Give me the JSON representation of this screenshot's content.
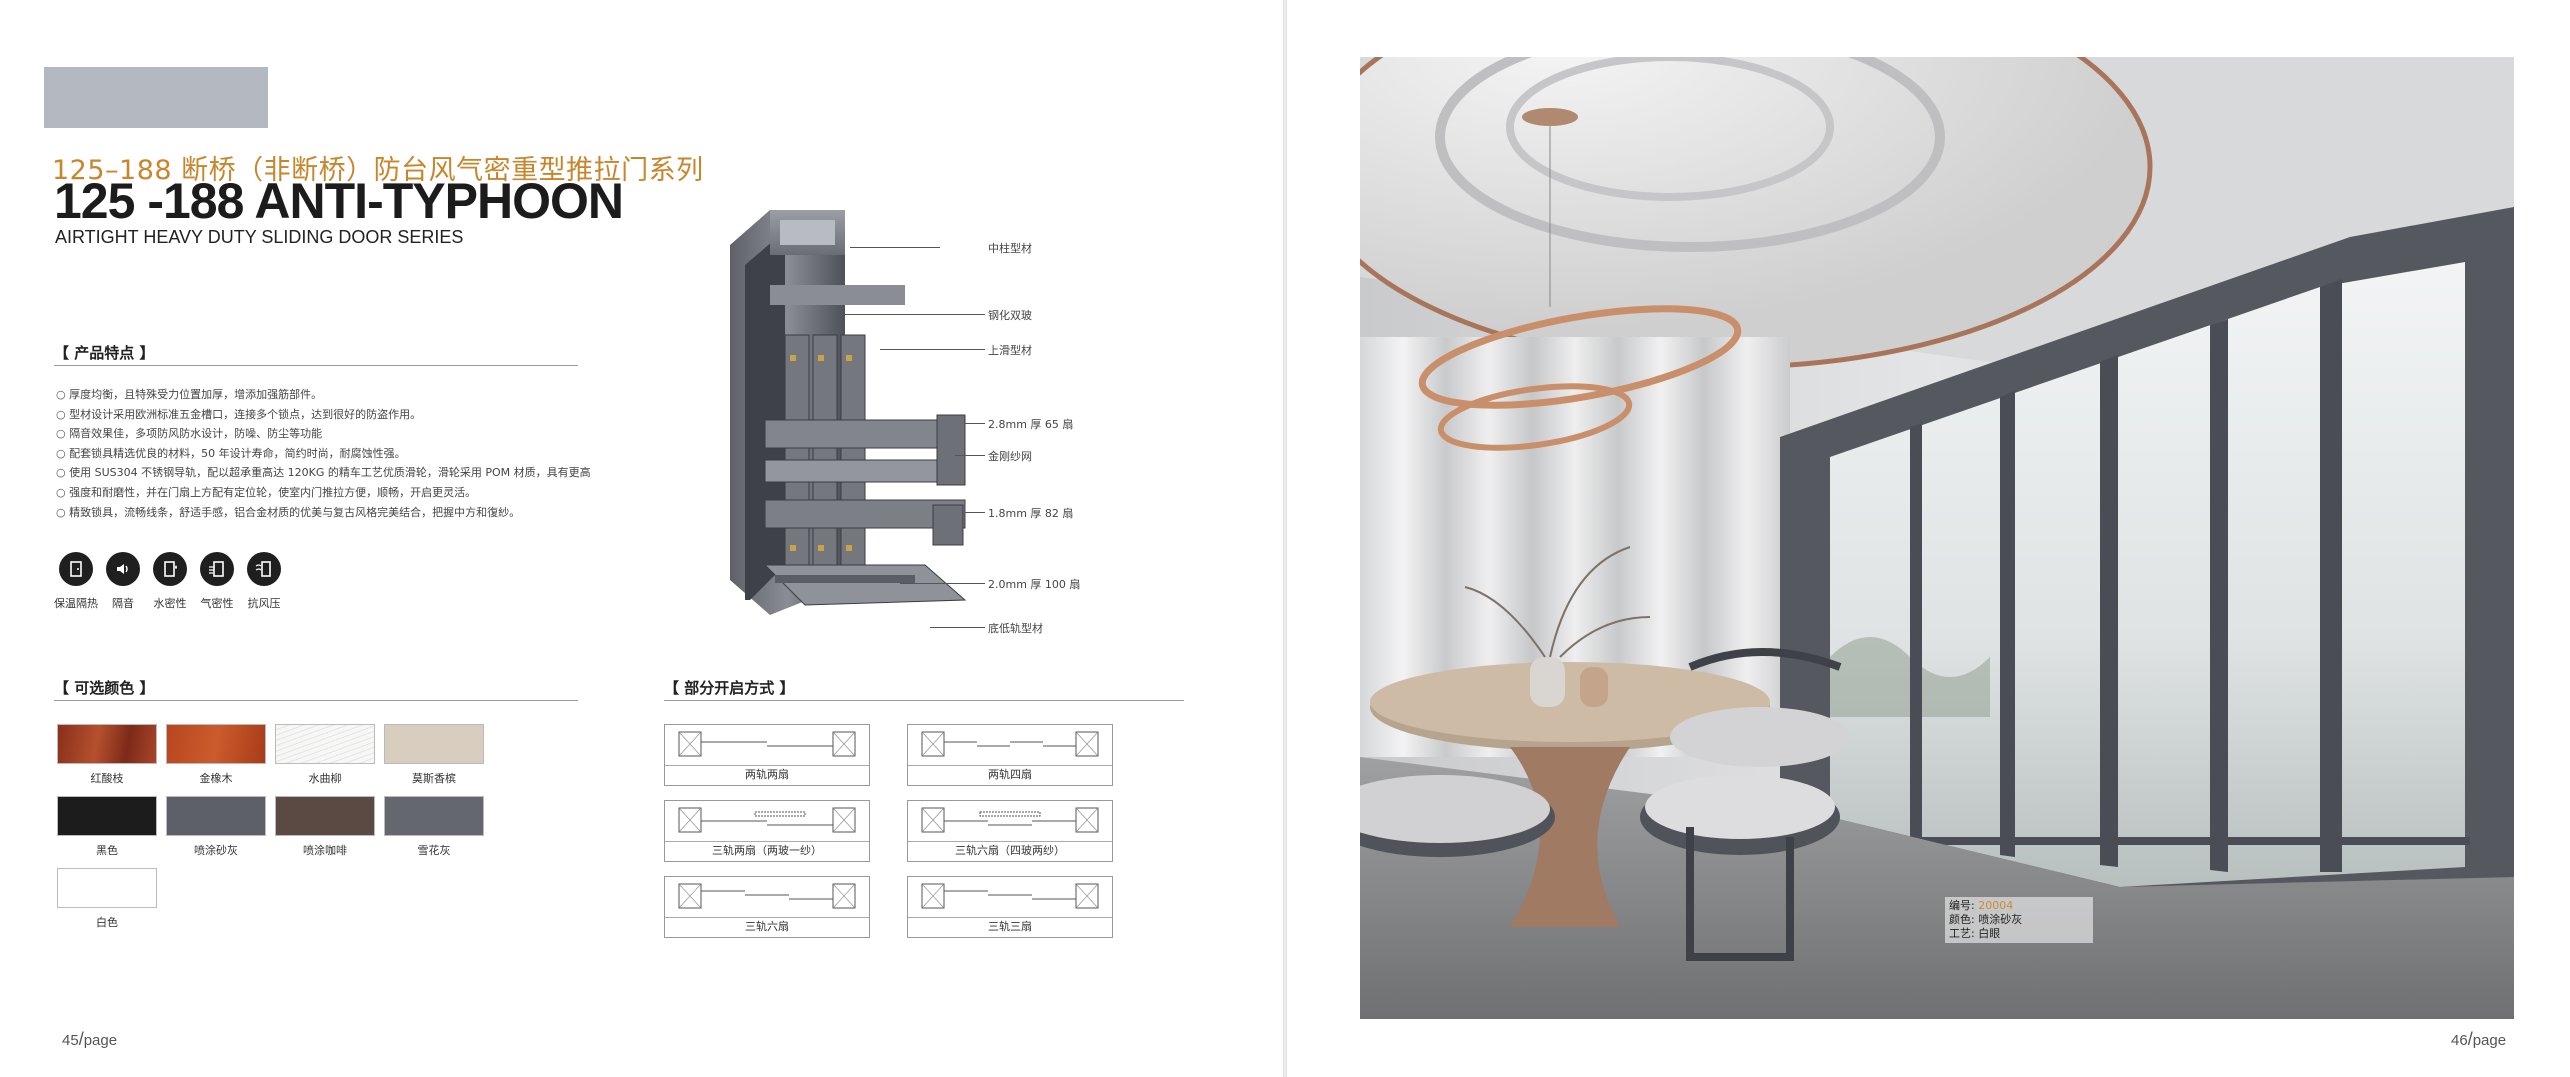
{
  "left_page": {
    "title_cn": "125–188 断桥（非断桥）防台风气密重型推拉门系列",
    "title_en": "125 -188 ANTI-TYPHOON",
    "subtitle_en": "AIRTIGHT HEAVY DUTY SLIDING DOOR SERIES",
    "features_heading": "【 产品特点 】",
    "features": [
      "厚度均衡，且特殊受力位置加厚，增添加强筋部件。",
      "型材设计采用欧洲标准五金槽口，连接多个锁点，达到很好的防盗作用。",
      "隔音效果佳，多项防风防水设计，防噪、防尘等功能",
      "配套锁具精选优良的材料，50 年设计寿命，简约时尚，耐腐蚀性强。",
      "使用 SUS304 不锈钢导轨，配以超承重高达 120KG 的精车工艺优质滑轮，滑轮采用 POM 材质，具有更高",
      "强度和耐磨性，并在门扇上方配有定位轮，使室内门推拉方便，顺畅，开启更灵活。",
      "精致锁具，流畅线条，舒适手感，铝合金材质的优美与复古风格完美结合，把握中方和復紗。"
    ],
    "icons": [
      {
        "icon": "door-insulation-icon",
        "label": "保温隔热"
      },
      {
        "icon": "sound-insulation-icon",
        "label": "隔音"
      },
      {
        "icon": "water-tightness-icon",
        "label": "水密性"
      },
      {
        "icon": "air-tightness-icon",
        "label": "气密性"
      },
      {
        "icon": "wind-resistance-icon",
        "label": "抗风压"
      }
    ],
    "colors_heading": "【 可选颜色 】",
    "colors": [
      {
        "name": "红酸枝",
        "color": "#9a3a22"
      },
      {
        "name": "金橡木",
        "color": "#b8461f"
      },
      {
        "name": "水曲柳",
        "color": "#f3f3f1"
      },
      {
        "name": "莫斯香槟",
        "color": "#d9cdbf"
      },
      {
        "name": "黑色",
        "color": "#1c1c1c"
      },
      {
        "name": "喷涂砂灰",
        "color": "#5d6068"
      },
      {
        "name": "喷涂咖啡",
        "color": "#5a4a43"
      },
      {
        "name": "雪花灰",
        "color": "#64676e"
      },
      {
        "name": "白色",
        "color": "#ffffff"
      }
    ],
    "callouts": [
      "中柱型材",
      "钢化双玻",
      "上滑型材",
      "2.8mm 厚 65 扇",
      "金刚纱网",
      "1.8mm 厚 82 扇",
      "2.0mm 厚 100 扇",
      "底低轨型材"
    ],
    "opening_heading": "【 部分开启方式 】",
    "opening_types": [
      "两轨两扇",
      "两轨四扇",
      "三轨两扇（两玻一纱）",
      "三轨六扇（四玻两纱）",
      "三轨六扇",
      "三轨三扇"
    ],
    "page_number": "45",
    "page_word": "page"
  },
  "right_page": {
    "info": {
      "code_label": "编号:",
      "code_value": "20004",
      "color_label": "颜色:",
      "color_value": "喷涂砂灰",
      "craft_label": "工艺:",
      "craft_value": "白眼"
    },
    "page_number": "46",
    "page_word": "page"
  },
  "colors": {
    "accent": "#c8862c",
    "title": "#1c1c1c",
    "frame": "#4a4d55"
  }
}
